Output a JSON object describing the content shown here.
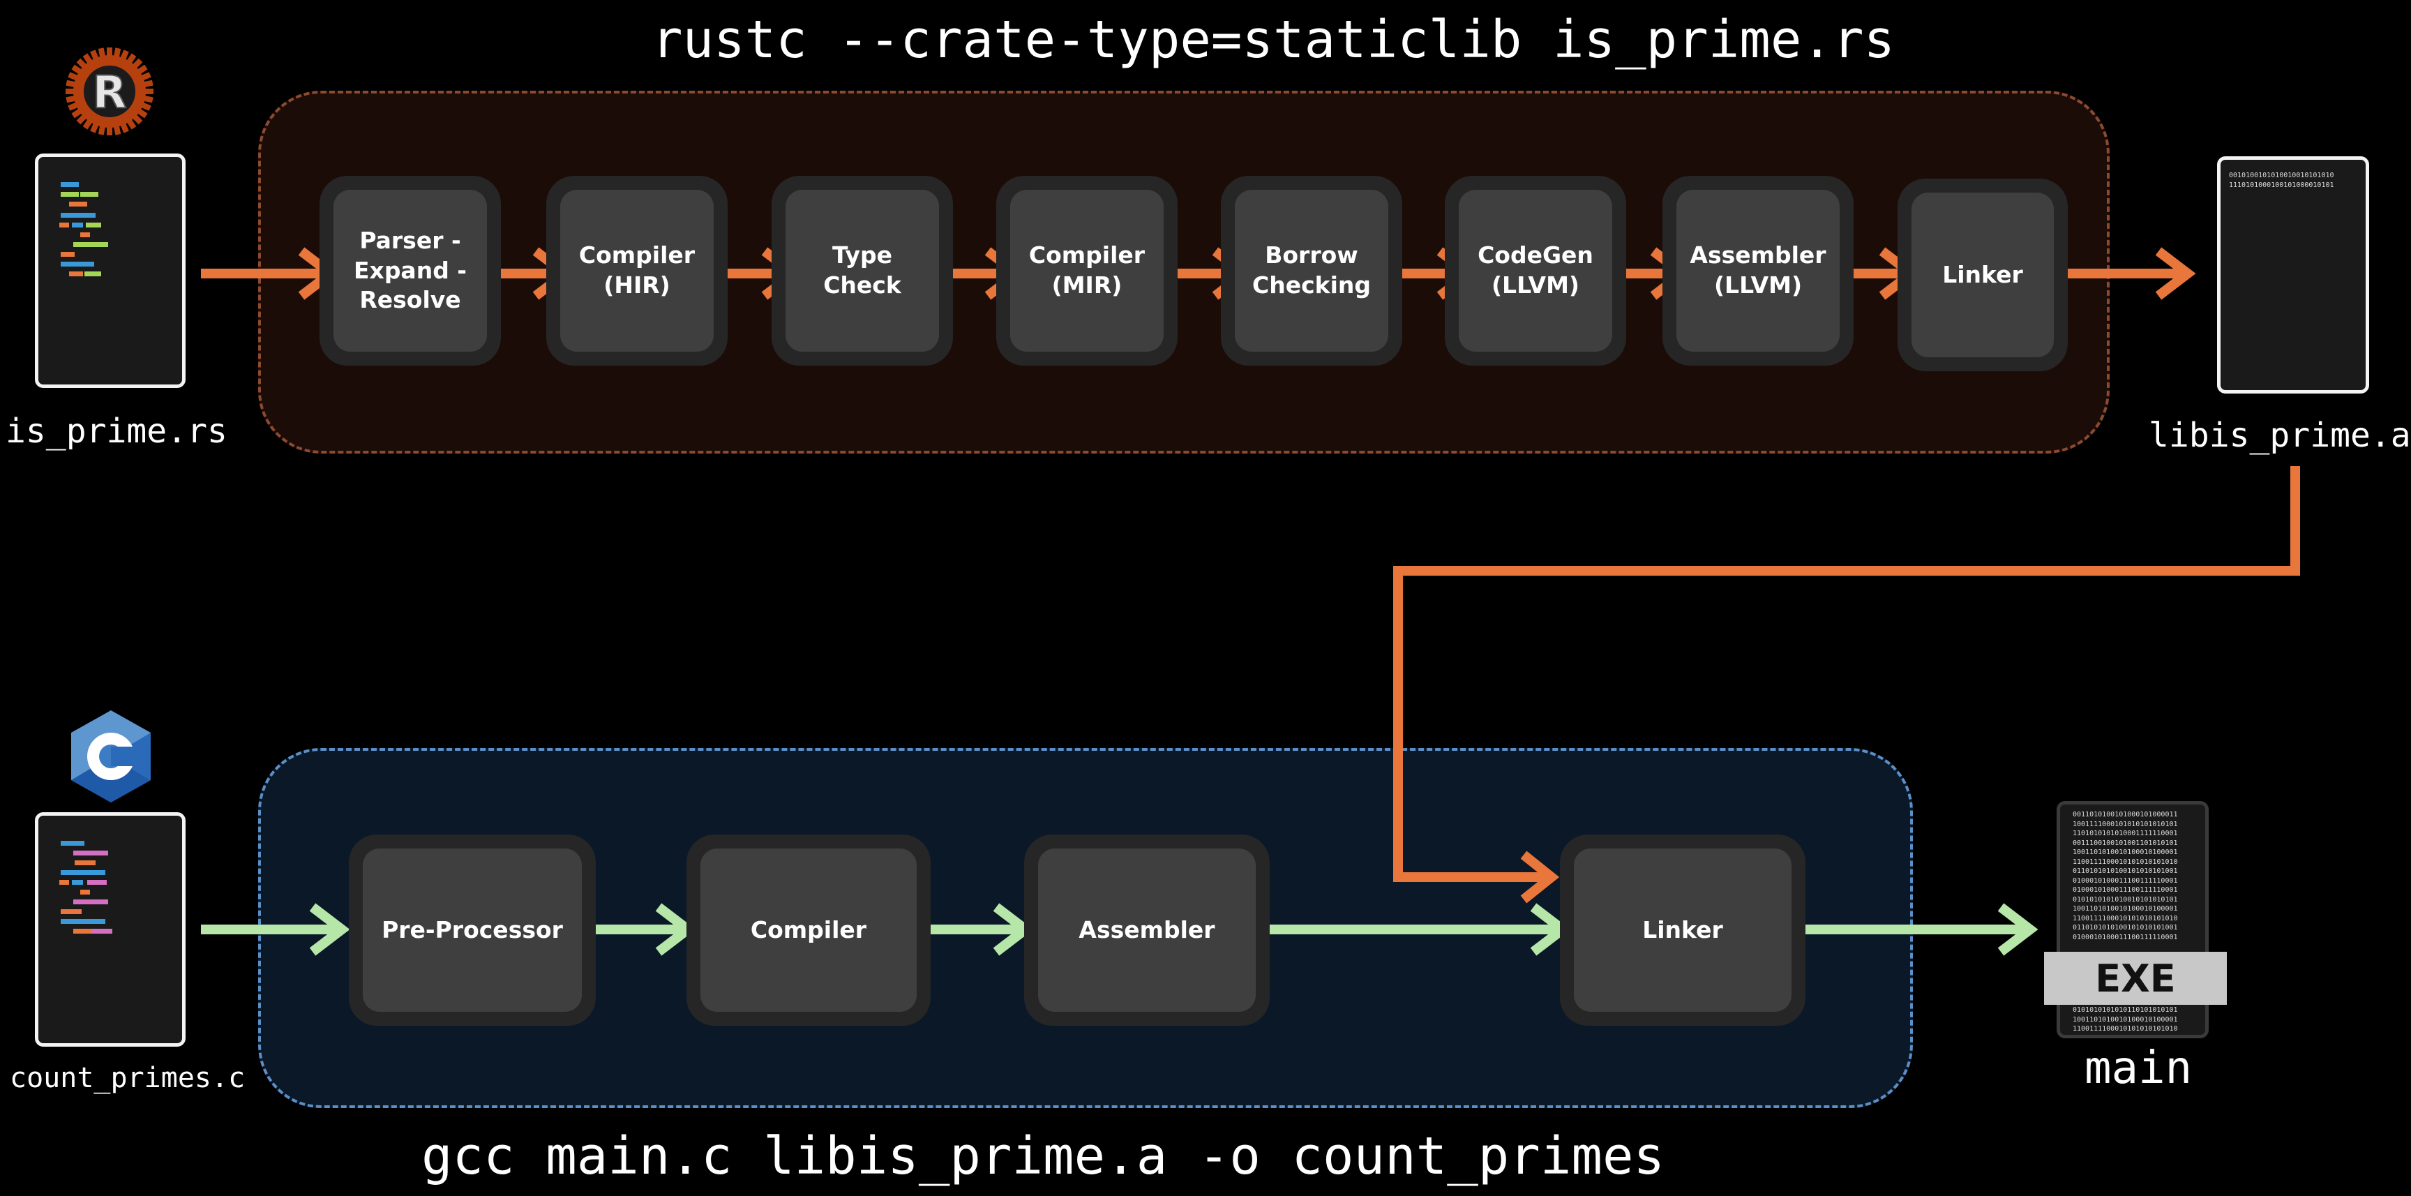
{
  "rust_pipeline": {
    "command": "rustc --crate-type=staticlib is_prime.rs",
    "input_file": "is_prime.rs",
    "output_file": "libis_prime.a",
    "stages": [
      "Parser -\nExpand -\nResolve",
      "Compiler\n(HIR)",
      "Type\nCheck",
      "Compiler\n(MIR)",
      "Borrow\nChecking",
      "CodeGen\n(LLVM)",
      "Assembler\n(LLVM)",
      "Linker"
    ],
    "logo": "rust-logo-icon"
  },
  "c_pipeline": {
    "command": "gcc main.c libis_prime.a -o count_primes",
    "input_file": "count_primes.c",
    "output_file": "main",
    "stages": [
      "Pre-Processor",
      "Compiler",
      "Assembler",
      "Linker"
    ],
    "exe_badge": "EXE",
    "logo": "c-language-logo-icon"
  },
  "binary_text": {
    "small_lib_lines": [
      "0010100101010010010101010",
      "1110101000100101000010101"
    ],
    "exe_top_lines": [
      "0011010100101000101000011",
      "1001111000101010101010101",
      "1101010101010001111110001",
      "0011100100101001101010101",
      "1001101010010100010100001",
      "1100111100010101010101010",
      "0110101010100101010101001",
      "0100010100011100111110001",
      "0100010100011100111110001",
      "0101010101010010101010101",
      "1001101010010100010100001",
      "1100111100010101010101010",
      "0110101010100101010101001",
      "0100010100011100111110001"
    ],
    "exe_bottom_lines": [
      "0101010101010110101010101",
      "1001101010010100010100001",
      "1100111100010101010101010"
    ]
  },
  "colors": {
    "rust_arrow": "#e9763a",
    "c_arrow": "#b6e6a8",
    "rust_region_border": "#8c4a30",
    "c_region_border": "#5b8fc8",
    "code_line_blue": "#3a9ad9",
    "code_line_orange": "#e9763a",
    "code_line_green": "#a6d658",
    "code_line_pink": "#d46fc4"
  }
}
